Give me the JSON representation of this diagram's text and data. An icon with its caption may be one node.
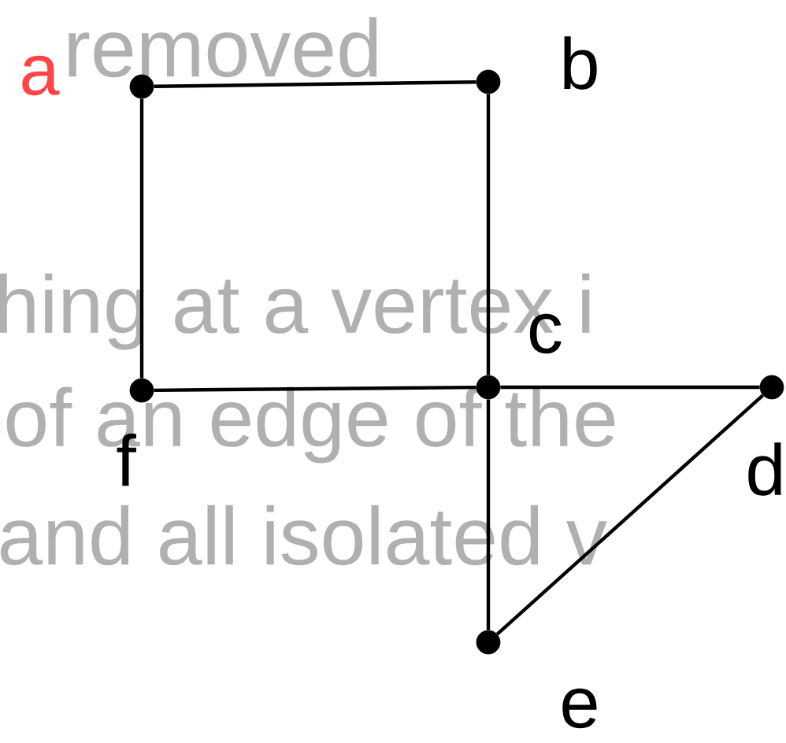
{
  "diagram": {
    "nodes": [
      {
        "text": [],
        "shape": "circle",
        "beside": [
          "a"
        ]
      },
      {
        "text": [],
        "shape": "circle",
        "beside": [
          "b"
        ]
      },
      {
        "text": [],
        "shape": "circle",
        "beside": [
          "f"
        ]
      },
      {
        "text": [],
        "shape": "circle",
        "beside": [
          "c"
        ]
      },
      {
        "text": [],
        "shape": "circle",
        "beside": [
          "d"
        ]
      },
      {
        "text": [],
        "shape": "circle",
        "beside": [
          "e"
        ]
      }
    ],
    "edges": [
      {
        "from": 0,
        "to": 1,
        "arrow": "none"
      },
      {
        "from": 0,
        "to": 2,
        "arrow": "none"
      },
      {
        "from": 1,
        "to": 3,
        "arrow": "none"
      },
      {
        "from": 2,
        "to": 3,
        "arrow": "none"
      },
      {
        "from": 3,
        "to": 4,
        "arrow": "none"
      },
      {
        "from": 3,
        "to": 5,
        "arrow": "none"
      },
      {
        "from": 5,
        "to": 4,
        "arrow": "none"
      }
    ],
    "labels": [
      "removed",
      "hing at a vertex i",
      "of an edge of the",
      "and all isolated v"
    ]
  }
}
